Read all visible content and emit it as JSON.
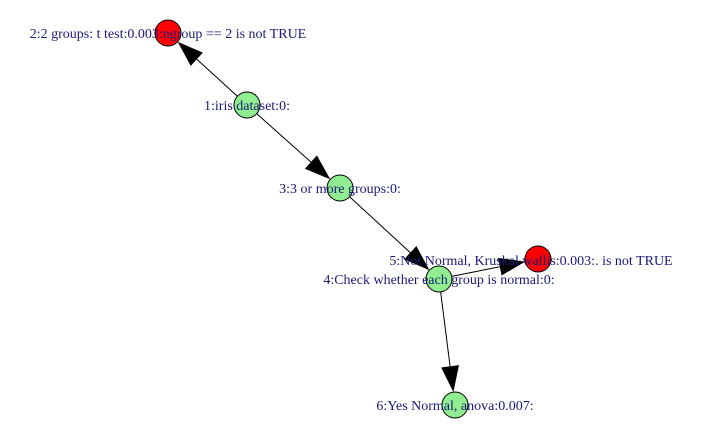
{
  "diagram": {
    "node_colors": {
      "ok": "#90ee90",
      "error": "#ff0000"
    },
    "label_color": "#1a1a7a",
    "edge_color": "#000000",
    "nodes": [
      {
        "id": "n1",
        "label": "1:iris dataset:0:",
        "status": "ok"
      },
      {
        "id": "n2",
        "label": "2:2 groups: t test:0.003:ngroup == 2 is not TRUE",
        "status": "error"
      },
      {
        "id": "n3",
        "label": "3:3 or more groups:0:",
        "status": "ok"
      },
      {
        "id": "n4",
        "label": "4:Check whether each group is normal:0:",
        "status": "ok"
      },
      {
        "id": "n5",
        "label": "5:Not Normal, Kruskal wallis:0.003:. is not TRUE",
        "status": "error"
      },
      {
        "id": "n6",
        "label": "6:Yes Normal, anova:0.007:",
        "status": "ok"
      }
    ],
    "edges": [
      {
        "from": "n1",
        "to": "n2"
      },
      {
        "from": "n1",
        "to": "n3"
      },
      {
        "from": "n3",
        "to": "n4"
      },
      {
        "from": "n4",
        "to": "n5"
      },
      {
        "from": "n4",
        "to": "n6"
      }
    ]
  }
}
